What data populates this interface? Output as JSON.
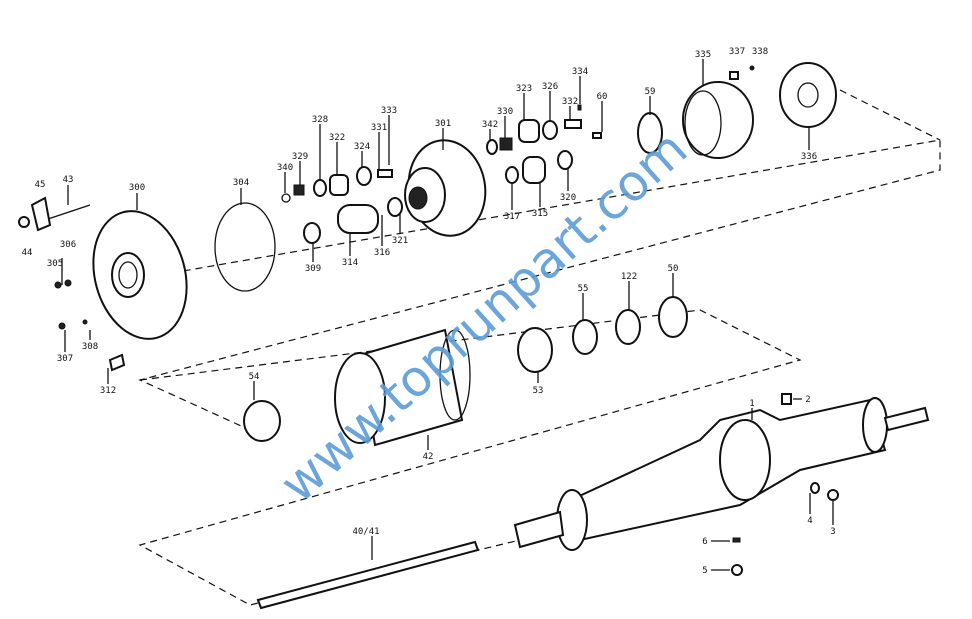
{
  "watermark": "www.toprunpart.com",
  "parts": {
    "p45": "45",
    "p43": "43",
    "p44": "44",
    "p300": "300",
    "p306": "306",
    "p305": "305",
    "p307": "307",
    "p308": "308",
    "p312": "312",
    "p304": "304",
    "p340": "340",
    "p329": "329",
    "p328": "328",
    "p322": "322",
    "p324": "324",
    "p331": "331",
    "p333": "333",
    "p301": "301",
    "p309": "309",
    "p314": "314",
    "p316": "316",
    "p321": "321",
    "p342": "342",
    "p330": "330",
    "p323": "323",
    "p326": "326",
    "p334": "334",
    "p332": "332",
    "p60": "60",
    "p59": "59",
    "p317": "317",
    "p315": "315",
    "p320": "320",
    "p335": "335",
    "p337": "337",
    "p338": "338",
    "p336": "336",
    "p53": "53",
    "p55": "55",
    "p122": "122",
    "p50": "50",
    "p54": "54",
    "p42": "42",
    "p1": "1",
    "p2": "2",
    "p4041": "40/41",
    "p4": "4",
    "p3": "3",
    "p6": "6",
    "p5": "5"
  },
  "colors": {
    "watermark": "#5b9bd5",
    "ink": "#111111"
  }
}
